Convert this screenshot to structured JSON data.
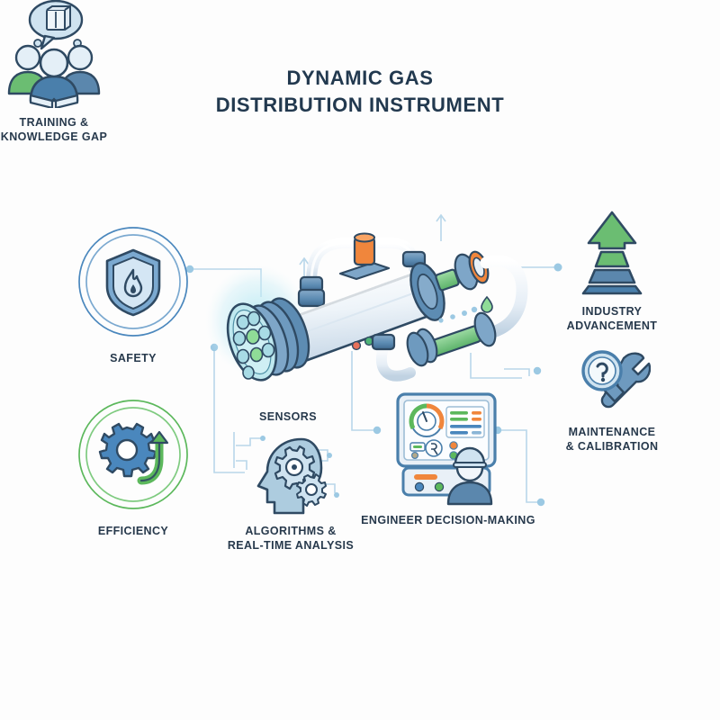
{
  "title": {
    "line1": "DYNAMIC GAS",
    "line2": "DISTRIBUTION INSTRUMENT"
  },
  "nodes": {
    "safety": {
      "label": "SAFETY",
      "icon": "shield-flame-icon",
      "ring_color": "#4a87bd",
      "accent_color": "#7ba9d0"
    },
    "efficiency": {
      "label": "EFFICIENCY",
      "icon": "gear-arrow-icon",
      "ring_color": "#5cb85c",
      "accent_color": "#4a87bd"
    },
    "sensors": {
      "label": "SENSORS"
    },
    "algorithms": {
      "label": "ALGORITHMS &\nREAL-TIME ANALYSIS",
      "icon": "head-gears-icon"
    },
    "engineer": {
      "label": "ENGINEER DECISION-MAKING",
      "icon": "control-panel-engineer-icon"
    },
    "industry": {
      "label": "INDUSTRY\nADVANCEMENT",
      "icon": "growth-pyramid-arrow-icon"
    },
    "maintenance": {
      "label": "MAINTENANCE\n& CALIBRATION",
      "icon": "magnifier-wrench-icon"
    },
    "training": {
      "label": "TRAINING &\nKNOWLEDGE GAP",
      "icon": "people-book-bubble-icon"
    }
  },
  "machine": {
    "name": "gas-distribution-instrument",
    "colors": {
      "body_light": "#eef3f8",
      "body_shade": "#cfdeeb",
      "flange_blue": "#5b87ad",
      "flange_dark": "#3f6party",
      "valve_orange": "#f0863c",
      "ring_orange": "#f0863c",
      "pipe_green": "#72c07a",
      "glow_cyan": "#c6ecf3",
      "outline": "#2f4a63"
    },
    "indicator_lights": [
      "#e8715a",
      "#4fb477",
      "#f0a83c"
    ]
  },
  "colors": {
    "background": "#fdfdfd",
    "text": "#27394c",
    "wire": "#b9d7ea",
    "wire_dot": "#9cc9e3",
    "blue": "#4a87bd",
    "green": "#5cb85c",
    "orange": "#f0863c"
  }
}
